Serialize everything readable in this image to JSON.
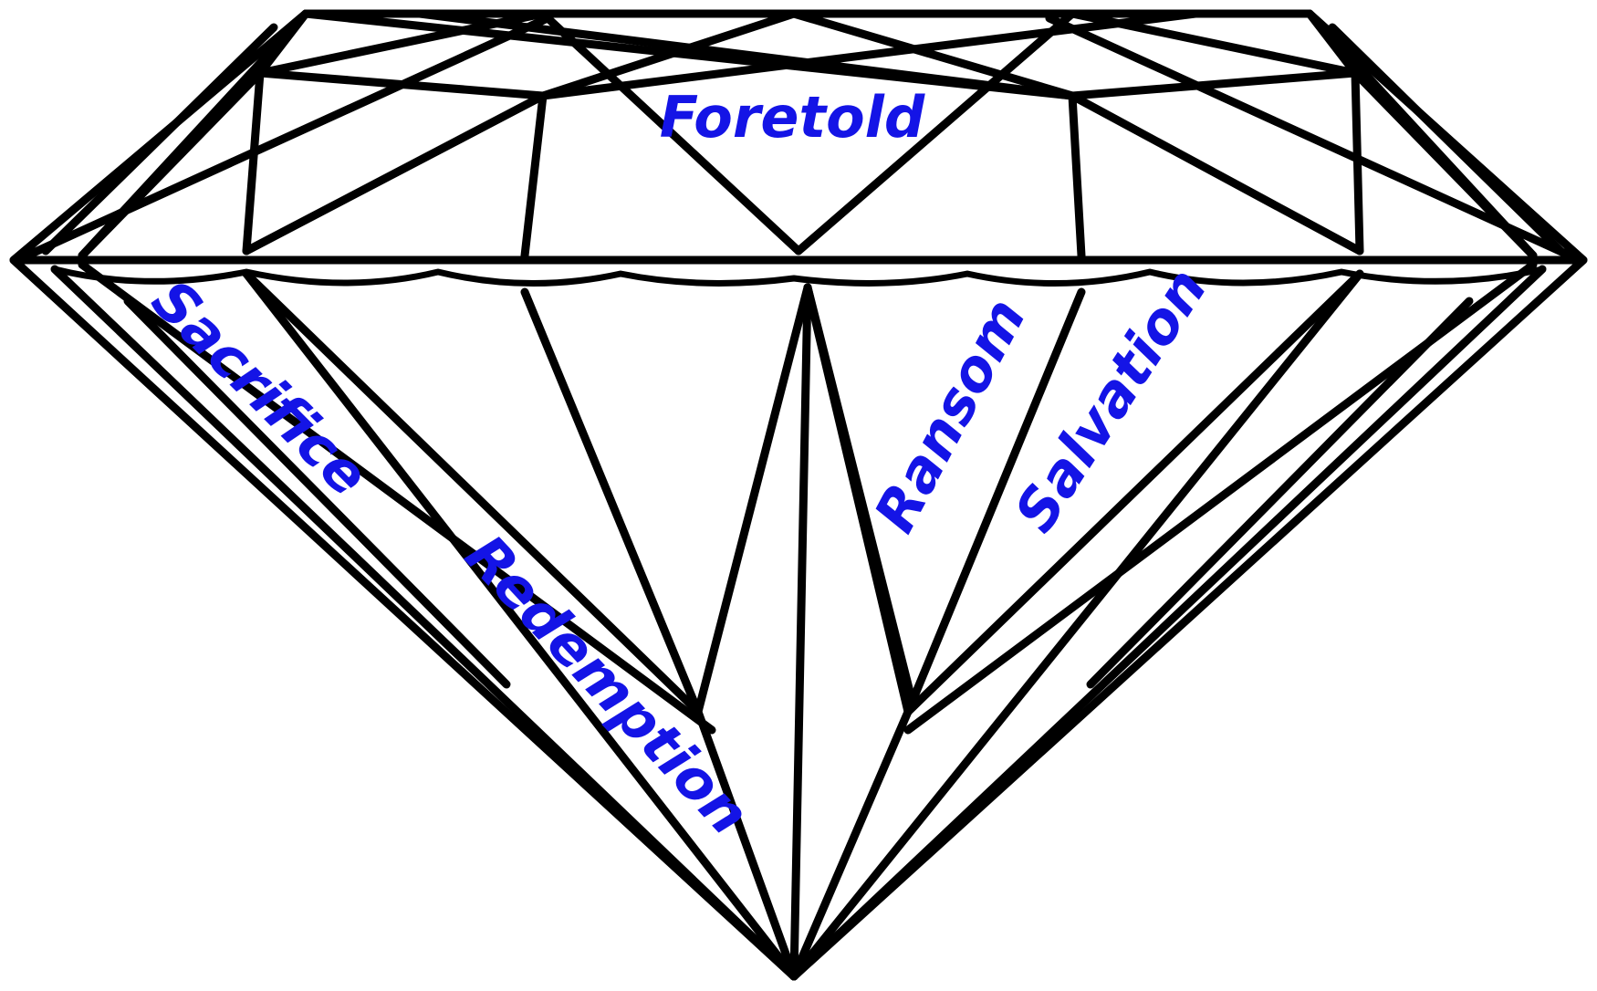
{
  "colors": {
    "outline": "#000000",
    "label": "#1414e6",
    "background": "#ffffff"
  },
  "labels": {
    "foretold": "Foretold",
    "sacrifice": "Sacrifice",
    "redemption": "Redemption",
    "ransom": "Ransom",
    "salvation": "Salvation"
  }
}
